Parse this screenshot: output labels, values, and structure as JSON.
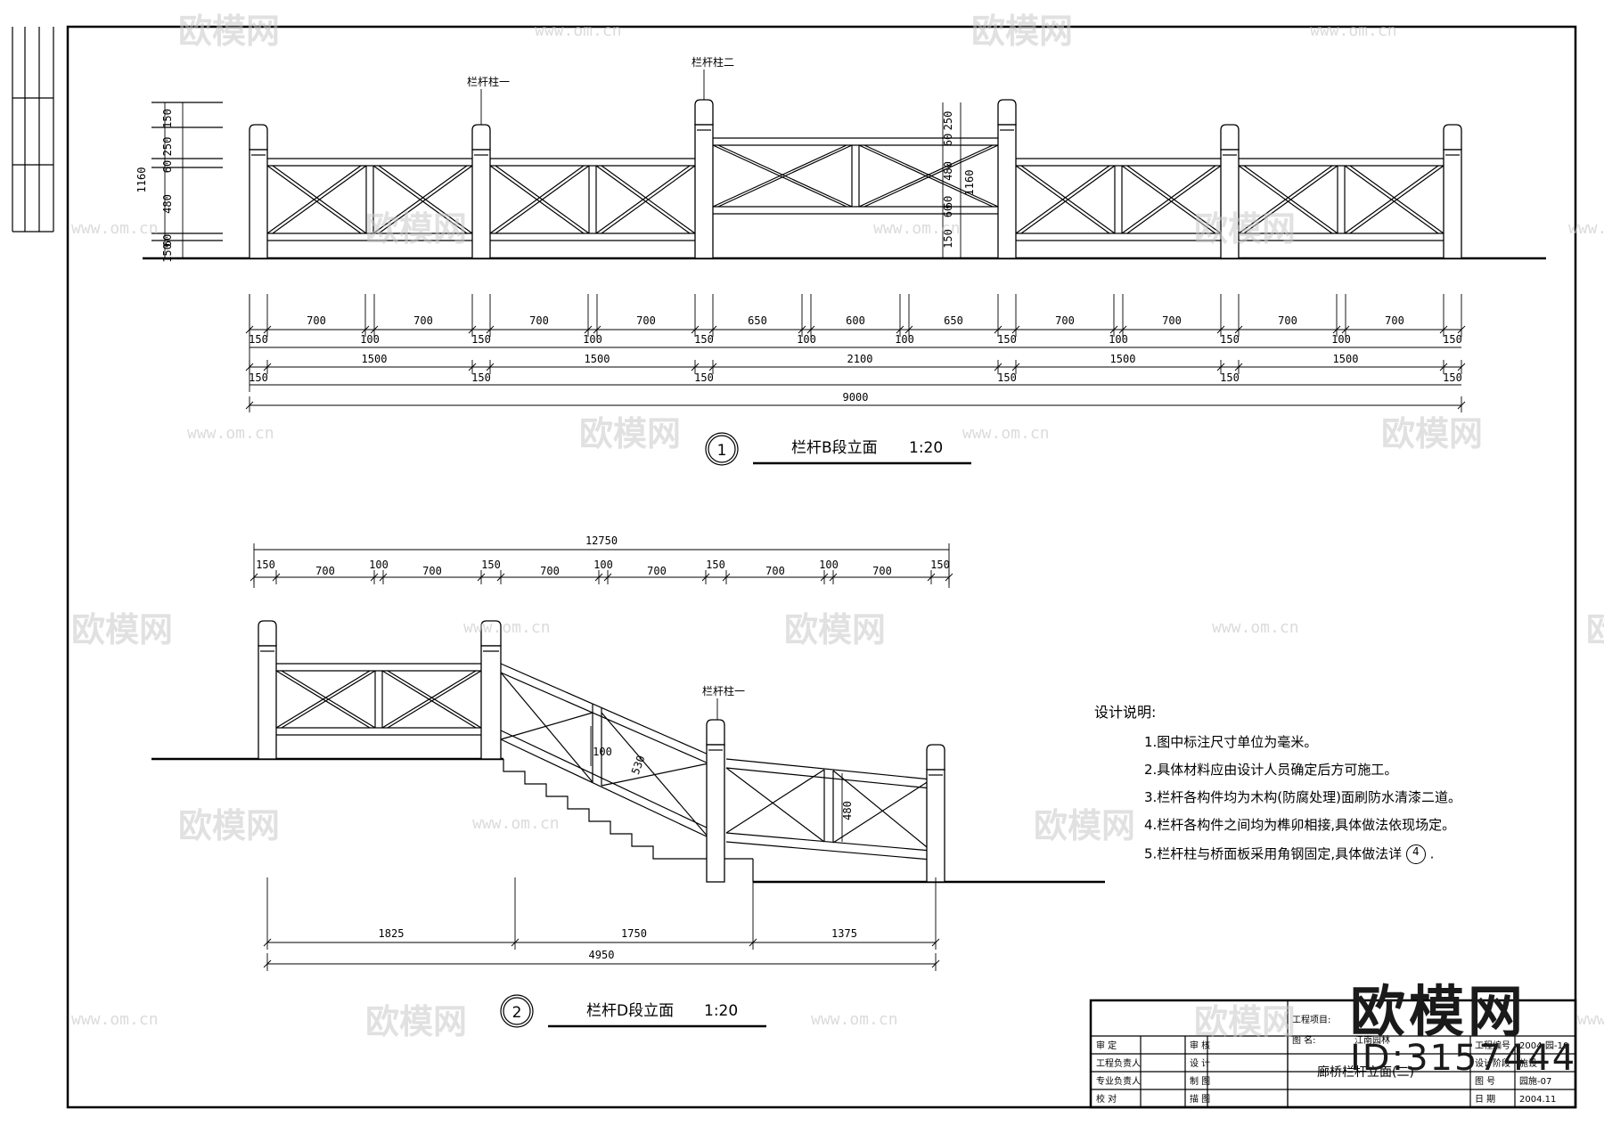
{
  "drawing": {
    "view1": {
      "number": "1",
      "title": "栏杆B段立面",
      "scale": "1:20",
      "post_label_1": "栏杆柱一",
      "post_label_2": "栏杆柱二",
      "height_dims_left": [
        "150",
        "250",
        "60",
        "480",
        "60",
        "150"
      ],
      "height_total_left": "1160",
      "height_dims_mid": [
        "250",
        "60",
        "480",
        "60",
        "60",
        "150"
      ],
      "height_total_mid": "1160",
      "row1": [
        "700",
        "700",
        "700",
        "700",
        "650",
        "600",
        "650",
        "700",
        "700",
        "700",
        "700"
      ],
      "row2": [
        "150",
        "100",
        "150",
        "100",
        "150",
        "100",
        "100",
        "150",
        "100",
        "150",
        "100",
        "150"
      ],
      "row3": [
        "1500",
        "1500",
        "2100",
        "1500",
        "1500"
      ],
      "row4": [
        "150",
        "150",
        "150",
        "150",
        "150",
        "150"
      ],
      "total": "9000"
    },
    "view2": {
      "number": "2",
      "title": "栏杆D段立面",
      "scale": "1:20",
      "post_label": "栏杆柱一",
      "total_top": "12750",
      "top_row": [
        "150",
        "700",
        "100",
        "700",
        "150",
        "700",
        "100",
        "700",
        "150",
        "700",
        "100",
        "700",
        "150"
      ],
      "inner_dims": [
        "100",
        "530",
        "480"
      ],
      "bottom_row": [
        "1825",
        "1750",
        "1375"
      ],
      "bottom_total": "4950"
    }
  },
  "notes": {
    "title": "设计说明:",
    "items": [
      "1.图中标注尺寸单位为毫米。",
      "2.具体材料应由设计人员确定后方可施工。",
      "3.栏杆各构件均为木构(防腐处理)面刷防水清漆二道。",
      "4.栏杆各构件之间均为榫卯相接,具体做法依现场定。",
      "5.栏杆柱与桥面板采用角钢固定,具体做法详"
    ],
    "detail_ref": "4"
  },
  "title_block": {
    "left_labels": [
      "审 定",
      "工程负责人",
      "专业负责人",
      "校 对"
    ],
    "mid_labels": [
      "审 核",
      "设 计",
      "制 图",
      "描 图"
    ],
    "project_label": "工程项目:",
    "drawing_name_label": "图 名:",
    "project_name": "江南园林",
    "drawing_name": "廊桥栏杆立面(二)",
    "right_labels": [
      "工程编号",
      "设计阶段",
      "图 号",
      "日 期"
    ],
    "right_values": [
      "2004-园-10",
      "施设",
      "园施-07",
      "2004.11"
    ]
  },
  "watermark": {
    "logo_text": "欧模网",
    "id_text": "ID:3157444",
    "site_text": "www.om.cn"
  }
}
